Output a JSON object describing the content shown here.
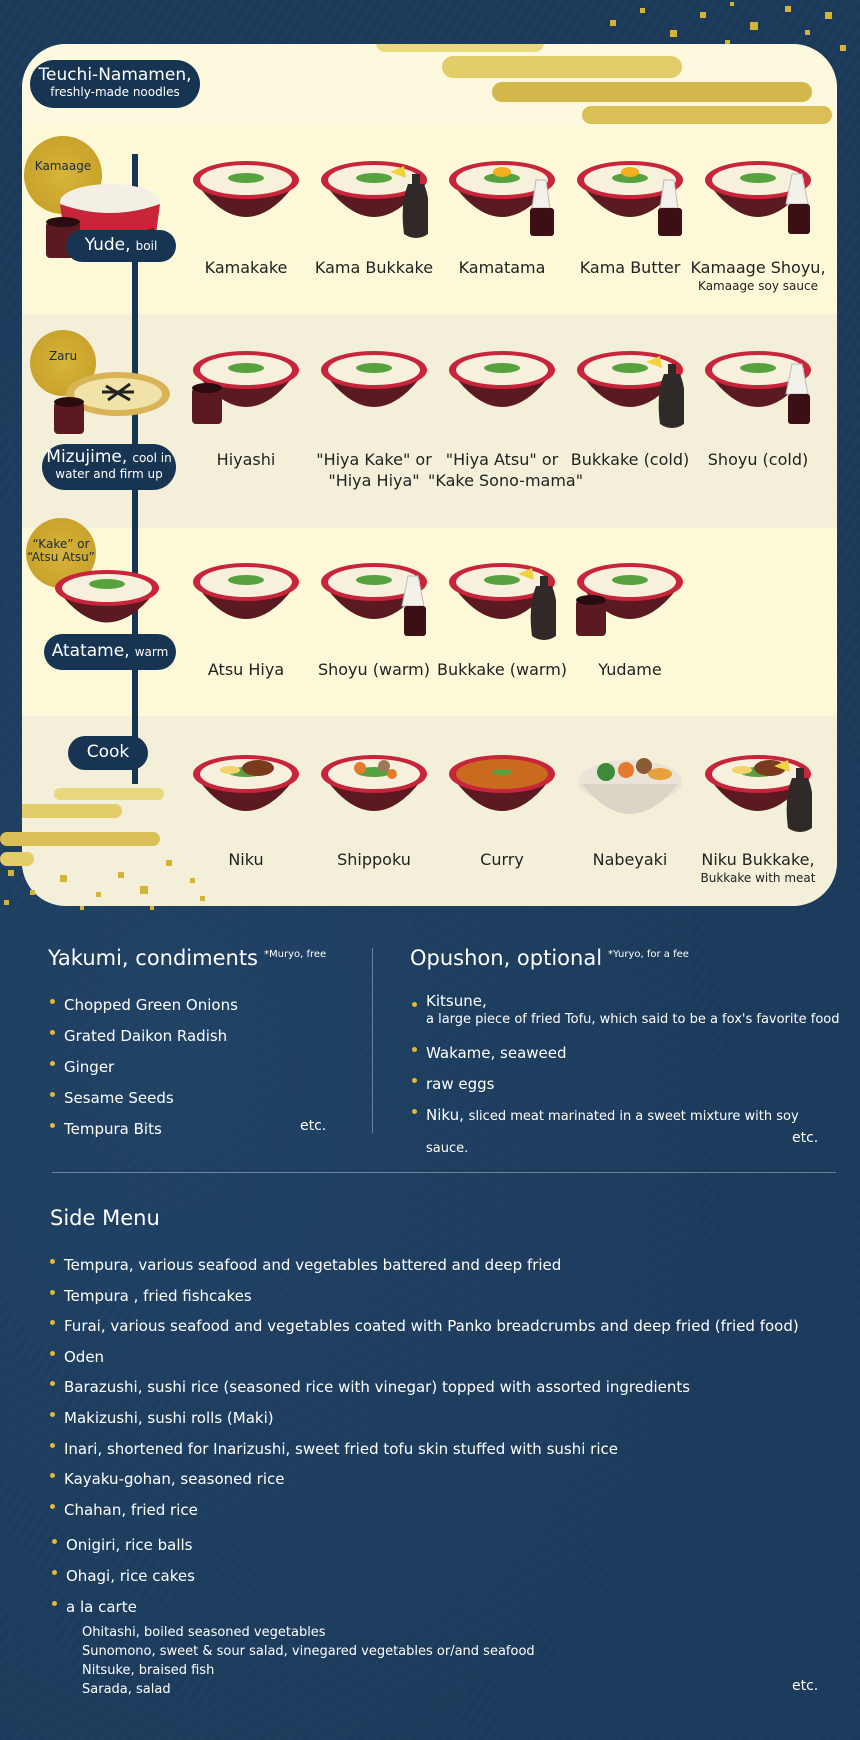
{
  "colors": {
    "navy": "#173553",
    "gold": "#c9a32b",
    "cream": "#fdf8d8",
    "bowl": "#5b1a22",
    "rim": "#c8243a"
  },
  "process": {
    "start": {
      "title": "Teuchi-Namamen,",
      "subtitle": "freshly-made noodles"
    },
    "yude": {
      "circle": "Kamaage",
      "title": "Yude,",
      "note": "boil"
    },
    "mizujime": {
      "circle": "Zaru",
      "title": "Mizujime,",
      "note": "cool in",
      "note2": "water and firm up"
    },
    "atatame": {
      "circle1": "“Kake” or",
      "circle2": "“Atsu Atsu”",
      "title": "Atatame,",
      "note": "warm"
    },
    "cook": {
      "title": "Cook"
    }
  },
  "rows": {
    "yude": [
      {
        "name": "Kamakake"
      },
      {
        "name": "Kama Bukkake"
      },
      {
        "name": "Kamatama"
      },
      {
        "name": "Kama Butter"
      },
      {
        "name": "Kamaage Shoyu,",
        "sub": "Kamaage soy sauce"
      }
    ],
    "mizujime": [
      {
        "name": "Hiyashi"
      },
      {
        "name": "\"Hiya Kake\" or",
        "name2": "\"Hiya Hiya\""
      },
      {
        "name": "\"Hiya Atsu\" or",
        "name2": "\"Kake Sono-mama\""
      },
      {
        "name": "Bukkake (cold)"
      },
      {
        "name": "Shoyu (cold)"
      }
    ],
    "atatame": [
      {
        "name": "Atsu Hiya"
      },
      {
        "name": "Shoyu (warm)"
      },
      {
        "name": "Bukkake (warm)"
      },
      {
        "name": "Yudame"
      }
    ],
    "cook": [
      {
        "name": "Niku"
      },
      {
        "name": "Shippoku"
      },
      {
        "name": "Curry"
      },
      {
        "name": "Nabeyaki"
      },
      {
        "name": "Niku Bukkake,",
        "sub": "Bukkake with meat"
      }
    ]
  },
  "yakumi": {
    "title": "Yakumi, condiments",
    "note": "*Muryo, free",
    "items": [
      "Chopped Green Onions",
      "Grated Daikon Radish",
      "Ginger",
      "Sesame Seeds",
      "Tempura Bits"
    ],
    "etc": "etc."
  },
  "opushon": {
    "title": "Opushon, optional",
    "note": "*Yuryo, for a fee",
    "items": [
      {
        "name": "Kitsune,",
        "desc": "a large piece of fried Tofu, which said to be a fox's favorite food"
      },
      {
        "name": "Wakame, seaweed"
      },
      {
        "name": "raw eggs"
      },
      {
        "name": "Niku,",
        "desc": "sliced meat marinated in a sweet mixture with soy sauce."
      }
    ],
    "etc": "etc."
  },
  "side_menu": {
    "title": "Side Menu",
    "items": [
      "Tempura, various seafood and vegetables battered and deep fried",
      "Tempura , fried fishcakes",
      "Furai, various seafood and vegetables coated with Panko breadcrumbs and deep fried (fried food)",
      "Oden",
      "Barazushi, sushi rice (seasoned rice with vinegar) topped with assorted ingredients",
      "Makizushi, sushi rolls (Maki)",
      "Inari, shortened for Inarizushi, sweet fried tofu skin stuffed with sushi rice",
      "Kayaku-gohan, seasoned rice",
      "Chahan, fried rice"
    ],
    "items2": [
      "Onigiri, rice balls",
      "Ohagi, rice cakes"
    ],
    "alacarte": {
      "title": "a la carte",
      "items": [
        "Ohitashi, boiled seasoned vegetables",
        "Sunomono, sweet & sour salad, vinegared vegetables or/and seafood",
        "Nitsuke, braised fish",
        "Sarada, salad"
      ]
    },
    "etc": "etc."
  }
}
